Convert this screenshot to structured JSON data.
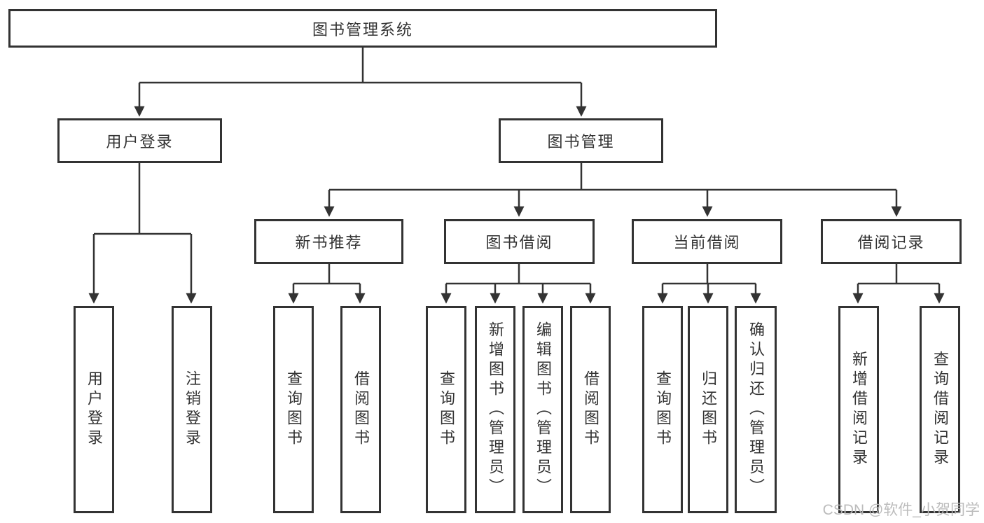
{
  "diagram": {
    "root": {
      "label": "图书管理系统"
    },
    "level2": [
      {
        "label": "用户登录"
      },
      {
        "label": "图书管理"
      }
    ],
    "level3": [
      {
        "label": "新书推荐"
      },
      {
        "label": "图书借阅"
      },
      {
        "label": "当前借阅"
      },
      {
        "label": "借阅记录"
      }
    ],
    "leaves": {
      "user_login": [
        "用户登录",
        "注销登录"
      ],
      "new_book": [
        "查询图书",
        "借阅图书"
      ],
      "book_borrow": [
        "查询图书",
        "新增图书（管理员）",
        "编辑图书（管理员）",
        "借阅图书"
      ],
      "current_borrow": [
        "查询图书",
        "归还图书",
        "确认归还（管理员）"
      ],
      "borrow_record": [
        "新增借阅记录",
        "查询借阅记录"
      ]
    }
  },
  "watermark": "CSDN @软件_小贺同学",
  "colors": {
    "line": "#333333",
    "box_border": "#333333",
    "text": "#333333",
    "watermark": "#b9b9b9",
    "background": "#ffffff"
  }
}
